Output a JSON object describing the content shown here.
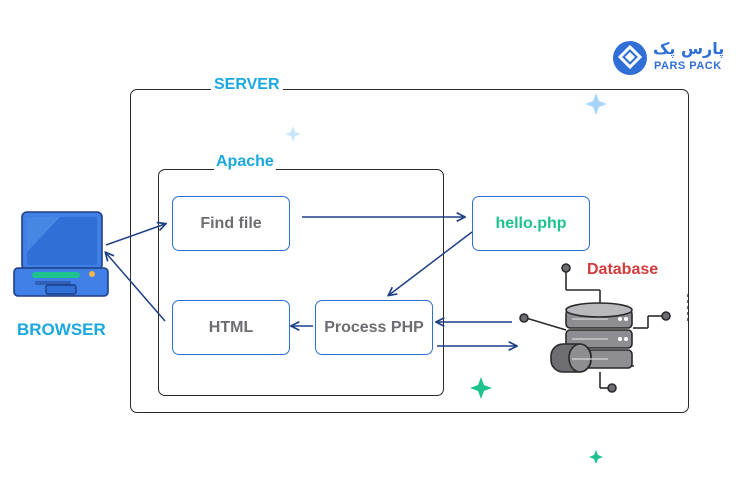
{
  "brand": {
    "name_fa": "پارس پک",
    "name_en": "PARS PACK"
  },
  "server": {
    "title": "SERVER"
  },
  "apache": {
    "title": "Apache"
  },
  "browser": {
    "label": "BROWSER"
  },
  "database": {
    "label": "Database"
  },
  "nodes": {
    "find_file": "Find file",
    "hello_php": "hello.php",
    "html": "HTML",
    "process_php": "Process PHP"
  },
  "colors": {
    "accent_blue": "#2f6fd6",
    "title_cyan": "#19a8df",
    "php_green": "#1ec28e",
    "db_red": "#d23b3b",
    "node_text": "#6d6d72"
  }
}
